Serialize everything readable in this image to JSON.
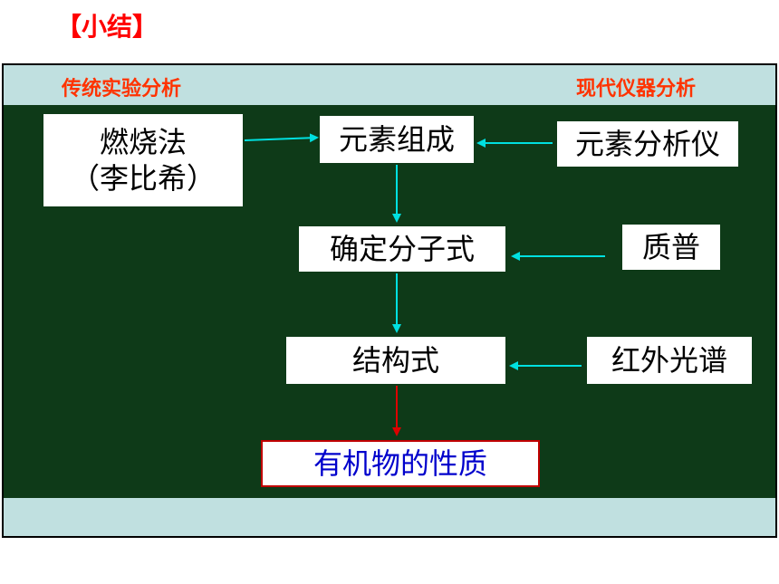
{
  "title": "【小结】",
  "header": {
    "left_label": "传统实验分析",
    "right_label": "现代仪器分析"
  },
  "nodes": {
    "combustion_line1": "燃烧法",
    "combustion_line2": "（李比希）",
    "elemental_composition": "元素组成",
    "elemental_analyzer": "元素分析仪",
    "molecular_formula": "确定分子式",
    "mass_spectrum": "质普",
    "structural_formula": "结构式",
    "infrared_spectrum": "红外光谱",
    "properties": "有机物的性质"
  },
  "colors": {
    "board": "#0e3a18",
    "band": "#c0e0e0",
    "arrow": "#00e0e0",
    "final_arrow": "#dd0000",
    "result_text": "#0000cc",
    "title": "#ff0000"
  }
}
